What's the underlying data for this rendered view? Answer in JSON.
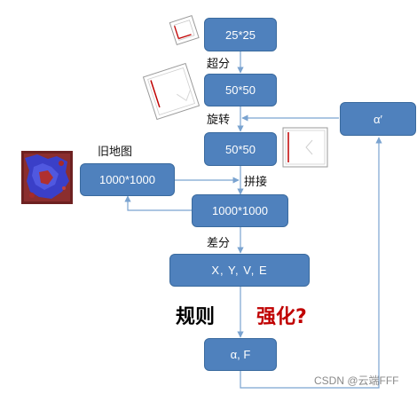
{
  "nodes": {
    "n25": "25*25",
    "n50a": "50*50",
    "n50b": "50*50",
    "n1000_old": "1000*1000",
    "n1000": "1000*1000",
    "xyve": "X, Y, V, E",
    "alpha_f": "α, F",
    "alpha_prime": "α′"
  },
  "labels": {
    "superres": "超分",
    "rotate": "旋转",
    "stitch": "拼接",
    "old_map": "旧地图",
    "diff": "差分",
    "rules": "规则",
    "strengthen": "强化?"
  },
  "colors": {
    "box_fill": "#4f81bd",
    "arrow": "#7aa3d0",
    "highlight": "#c00000"
  },
  "watermark": "CSDN @云端FFF"
}
